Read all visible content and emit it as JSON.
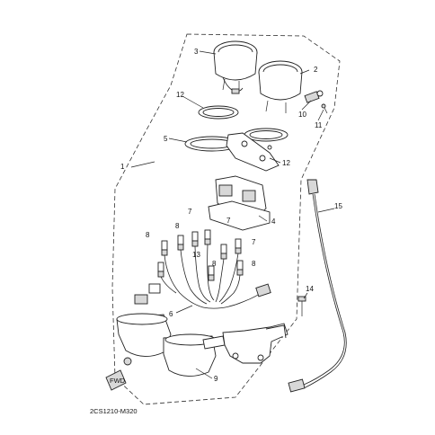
{
  "diagram": {
    "code": "2CS1210-M320",
    "fwd_mark": "FWD",
    "callouts": [
      {
        "id": "c1",
        "label": "1"
      },
      {
        "id": "c2",
        "label": "2"
      },
      {
        "id": "c3",
        "label": "3"
      },
      {
        "id": "c4",
        "label": "4"
      },
      {
        "id": "c5",
        "label": "5"
      },
      {
        "id": "c6",
        "label": "6"
      },
      {
        "id": "c7a",
        "label": "7"
      },
      {
        "id": "c7b",
        "label": "7"
      },
      {
        "id": "c7c",
        "label": "7"
      },
      {
        "id": "c8a",
        "label": "8"
      },
      {
        "id": "c8b",
        "label": "8"
      },
      {
        "id": "c8c",
        "label": "8"
      },
      {
        "id": "c8d",
        "label": "8"
      },
      {
        "id": "c9",
        "label": "9"
      },
      {
        "id": "c10",
        "label": "10"
      },
      {
        "id": "c11",
        "label": "11"
      },
      {
        "id": "c12a",
        "label": "12"
      },
      {
        "id": "c12b",
        "label": "12"
      },
      {
        "id": "c13",
        "label": "13"
      },
      {
        "id": "c14",
        "label": "14"
      },
      {
        "id": "c15",
        "label": "15"
      }
    ]
  }
}
